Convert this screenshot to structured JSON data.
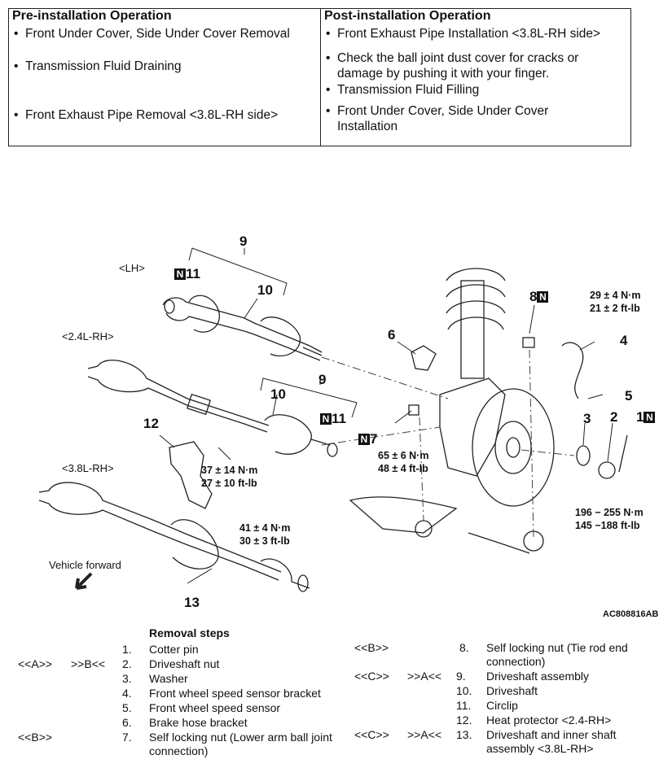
{
  "ops": {
    "pre_title": "Pre-installation Operation",
    "post_title": "Post-installation Operation",
    "pre": [
      "Front Under Cover, Side Under Cover Removal",
      "Transmission Fluid Draining",
      "Front Exhaust Pipe Removal <3.8L-RH side>"
    ],
    "post": [
      "Front Exhaust Pipe Installation <3.8L-RH side>",
      "Check the ball joint dust cover for cracks or damage by pushing it with your finger.",
      "Transmission Fluid Filling",
      "Front Under Cover, Side Under Cover Installation"
    ]
  },
  "diagram": {
    "labels": {
      "lh": "<LH>",
      "rh24": "<2.4L-RH>",
      "rh38": "<3.8L-RH>",
      "forward": "Vehicle forward",
      "code": "AC808816AB",
      "n": "N"
    },
    "numbers": {
      "n1": "1",
      "n2": "2",
      "n3": "3",
      "n4": "4",
      "n5": "5",
      "n6": "6",
      "n7": "7",
      "n8": "8",
      "n9a": "9",
      "n9b": "9",
      "n10a": "10",
      "n10b": "10",
      "n11a": "11",
      "n11b": "11",
      "n12": "12",
      "n13": "13"
    },
    "torques": {
      "t29": "29 ± 4 N·m",
      "t21": "21 ± 2 ft-lb",
      "t65": "65 ± 6 N·m",
      "t48": "48 ± 4 ft-lb",
      "t37": "37 ± 14 N·m",
      "t27": "27 ± 10 ft-lb",
      "t41": "41 ± 4 N·m",
      "t30": "30 ± 3 ft-lb",
      "t196": "196 − 255 N·m",
      "t145": "145 −188 ft-lb"
    }
  },
  "steps": {
    "header": "Removal steps",
    "items": [
      {
        "num": "1.",
        "text": "Cotter pin"
      },
      {
        "num": "2.",
        "text": "Driveshaft nut"
      },
      {
        "num": "3.",
        "text": "Washer"
      },
      {
        "num": "4.",
        "text": "Front wheel speed sensor bracket"
      },
      {
        "num": "5.",
        "text": "Front wheel speed sensor"
      },
      {
        "num": "6.",
        "text": "Brake hose bracket"
      },
      {
        "num": "7.",
        "text": "Self locking nut (Lower arm ball joint connection)"
      },
      {
        "num": "8.",
        "text": "Self locking nut (Tie rod end connection)"
      },
      {
        "num": "9.",
        "text": "Driveshaft assembly"
      },
      {
        "num": "10.",
        "text": "Driveshaft"
      },
      {
        "num": "11.",
        "text": "Circlip"
      },
      {
        "num": "12.",
        "text": "Heat protector <2.4-RH>"
      },
      {
        "num": "13.",
        "text": "Driveshaft and inner shaft assembly <3.8L-RH>"
      }
    ],
    "markers": {
      "m2a": "<<A>>",
      "m2b": ">>B<<",
      "m7": "<<B>>",
      "m8": "<<B>>",
      "m9a": "<<C>>",
      "m9b": ">>A<<",
      "m13a": "<<C>>",
      "m13b": ">>A<<"
    }
  }
}
